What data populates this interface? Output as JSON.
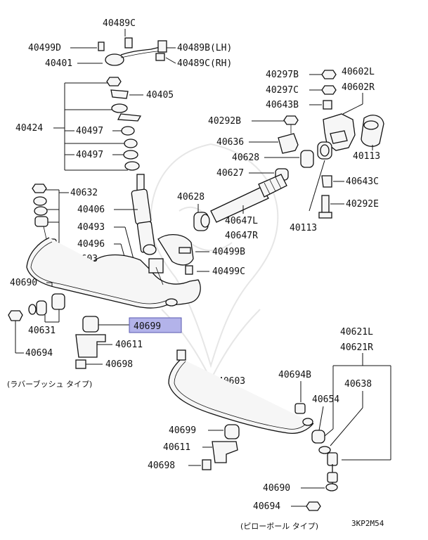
{
  "parts": {
    "p40489C": "40489C",
    "p40499D": "40499D",
    "p40489B_LH": "40489B(LH)",
    "p40401": "40401",
    "p40489C_RH": "40489C(RH)",
    "p40405": "40405",
    "p40424": "40424",
    "p40497a": "40497",
    "p40497b": "40497",
    "p40632": "40632",
    "p40406": "40406",
    "p40493": "40493",
    "p40496": "40496",
    "p40603a": "40603",
    "p40690a": "40690",
    "p40631": "40631",
    "p40694a": "40694",
    "p40699a": "40699",
    "p40611a": "40611",
    "p40698a": "40698",
    "p40297B": "40297B",
    "p40602L": "40602L",
    "p40297C": "40297C",
    "p40602R": "40602R",
    "p40643B": "40643B",
    "p40292B": "40292B",
    "p40636": "40636",
    "p40628a": "40628",
    "p40113a": "40113",
    "p40627": "40627",
    "p40643C": "40643C",
    "p40628b": "40628",
    "p40292E": "40292E",
    "p40647L": "40647L",
    "p40647R": "40647R",
    "p40113b": "40113",
    "p40499B": "40499B",
    "p40499C": "40499C",
    "p40603b": "40603",
    "p40694B": "40694B",
    "p40621L": "40621L",
    "p40621R": "40621R",
    "p40638": "40638",
    "p40654": "40654",
    "p40699b": "40699",
    "p40611b": "40611",
    "p40698b": "40698",
    "p40690b": "40690",
    "p40694c": "40694"
  },
  "captions": {
    "rubber_bush": "(ラバーブッシュ タイプ)",
    "pillow_ball": "(ピローボール タイプ)"
  },
  "diagram_code": "3KP2M54",
  "colors": {
    "highlight_fill": "#b3b3ea",
    "highlight_stroke": "#5a5ab0"
  }
}
